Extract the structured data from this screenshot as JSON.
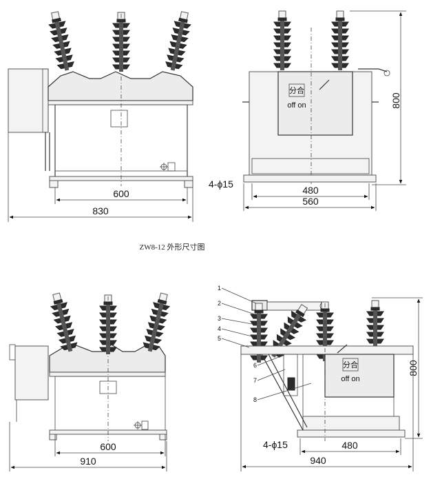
{
  "caption": "ZW8-12 外形尺寸图",
  "views": {
    "front_top": {
      "dim_inner": "600",
      "dim_outer": "830"
    },
    "side_top": {
      "dim_height": "800",
      "dim_inner": "480",
      "dim_outer": "560",
      "bolt_label": "4-ϕ15",
      "switch_cn": "分合",
      "switch_en": "off on"
    },
    "front_bottom": {
      "dim_inner": "600",
      "dim_outer": "910"
    },
    "side_bottom": {
      "dim_height": "800",
      "dim_inner": "480",
      "dim_outer": "940",
      "bolt_label": "4-ϕ15",
      "switch_cn": "分合",
      "switch_en": "off on",
      "callouts": [
        "1",
        "2",
        "3",
        "4",
        "5",
        "6",
        "7",
        "8"
      ]
    }
  }
}
